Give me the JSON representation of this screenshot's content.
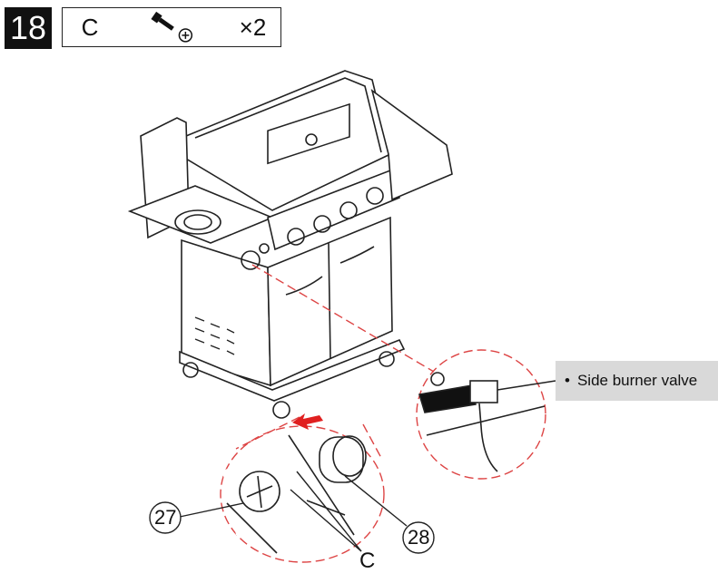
{
  "header": {
    "step_number": "18",
    "part_letter": "C",
    "quantity": "×2",
    "part_icon": "screw-icon"
  },
  "callout": {
    "bullet": "•",
    "text": "Side burner valve"
  },
  "labels": {
    "part_27": "27",
    "part_28": "28",
    "screw_c": "C"
  },
  "colors": {
    "guide_line": "#d44",
    "arrow": "#e02020",
    "callout_bg": "#d9d9d9"
  }
}
